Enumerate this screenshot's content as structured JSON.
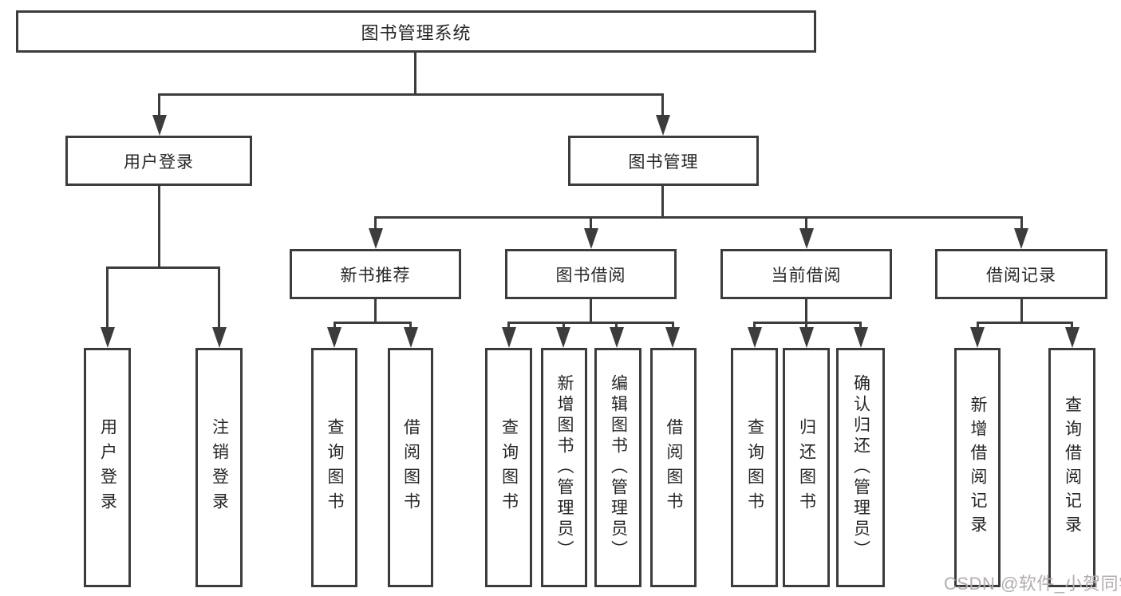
{
  "colors": {
    "line": "#3c3c3c",
    "text": "#262626",
    "watermark": "#b3adad",
    "background": "#ffffff"
  },
  "watermark": {
    "text": "CSDN @软件_小贺同学"
  },
  "tree": {
    "label": "图书管理系统",
    "children": [
      {
        "label": "用户登录",
        "children": [
          {
            "label": "用户登录"
          },
          {
            "label": "注销登录"
          }
        ]
      },
      {
        "label": "图书管理",
        "children": [
          {
            "label": "新书推荐",
            "children": [
              {
                "label": "查询图书"
              },
              {
                "label": "借阅图书"
              }
            ]
          },
          {
            "label": "图书借阅",
            "children": [
              {
                "label": "查询图书"
              },
              {
                "label": "新增图书（管理员）"
              },
              {
                "label": "编辑图书（管理员）"
              },
              {
                "label": "借阅图书"
              }
            ]
          },
          {
            "label": "当前借阅",
            "children": [
              {
                "label": "查询图书"
              },
              {
                "label": "归还图书"
              },
              {
                "label": "确认归还（管理员）"
              }
            ]
          },
          {
            "label": "借阅记录",
            "children": [
              {
                "label": "新增借阅记录"
              },
              {
                "label": "查询借阅记录"
              }
            ]
          }
        ]
      }
    ]
  }
}
